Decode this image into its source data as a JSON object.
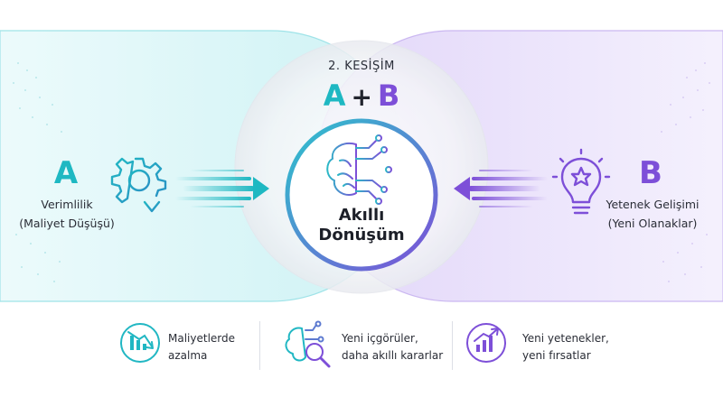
{
  "intersection": {
    "title": "2. KESİŞİM",
    "formula": {
      "a": "A",
      "plus": "+",
      "b": "B"
    }
  },
  "core": {
    "line1": "Akıllı",
    "line2": "Dönüşüm"
  },
  "side_a": {
    "letter": "A",
    "line1": "Verimlilik",
    "line2": "(Maliyet Düşüşü)"
  },
  "side_b": {
    "letter": "B",
    "line1": "Yetenek Gelişimi",
    "line2": "(Yeni Olanaklar)"
  },
  "benefits": [
    {
      "line1": "Maliyetlerde",
      "line2": "azalma",
      "icon": "declining-chart-icon"
    },
    {
      "line1": "Yeni içgörüler,",
      "line2": "daha akıllı kararlar",
      "icon": "ai-brain-magnifier-icon"
    },
    {
      "line1": "Yeni yetenekler,",
      "line2": "yeni fırsatlar",
      "icon": "growth-chart-icon"
    }
  ],
  "icons": {
    "side_a": "gear-down-arrow-icon",
    "side_b": "lightbulb-star-icon",
    "core": "ai-brain-circuit-icon"
  },
  "colors": {
    "teal": "#1eb8c2",
    "purple": "#7d4fd8",
    "text": "#1f2430"
  }
}
